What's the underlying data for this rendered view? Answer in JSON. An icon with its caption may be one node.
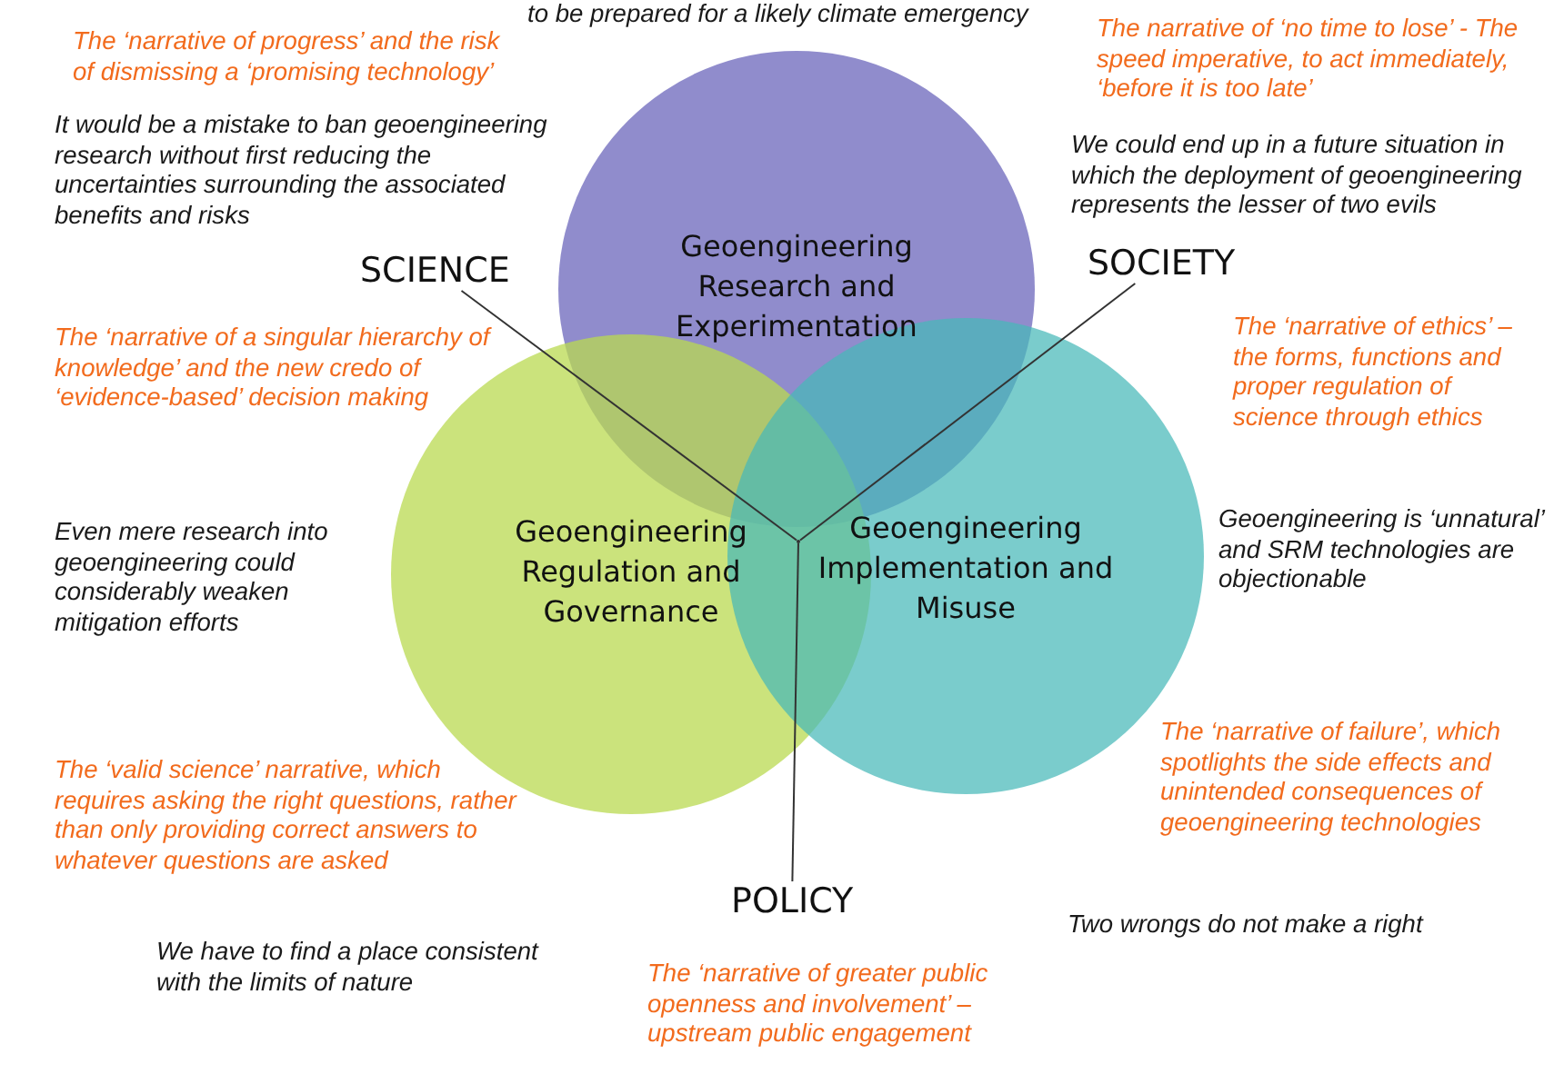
{
  "diagram": {
    "nodes": [
      {
        "text": [
          "Geoengineering Research and Experimentation"
        ]
      },
      {
        "text": [
          "Geoengineering Regulation and Governance"
        ]
      },
      {
        "text": [
          "Geoengineering Implementation and Misuse"
        ]
      },
      {
        "text": [
          "SCIENCE"
        ]
      },
      {
        "text": [
          "SOCIETY"
        ]
      },
      {
        "text": [
          "POLICY"
        ]
      },
      {
        "text": [],
        "shape": "dot"
      }
    ],
    "edges": [
      {
        "from": 3,
        "to": 6,
        "arrow": "none"
      },
      {
        "from": 4,
        "to": 6,
        "arrow": "none"
      },
      {
        "from": 5,
        "to": 6,
        "arrow": "none"
      }
    ],
    "labels": [
      "to be prepared for a likely climate emergency",
      "The ‘narrative of progress’ and the risk of dismissing a ‘promising technology’",
      "The narrative of ‘no time to lose’ - The speed imperative, to act immediately, ‘before it is too late’",
      "It would be a mistake to ban geoengineering research without first reducing the uncertainties surrounding the associated benefits and risks",
      "We could end up in a future situation in which the deployment of geoengineering represents the lesser of two evils",
      "The ‘narrative of a singular hierarchy of knowledge’ and the new credo of ‘evidence-based’ decision making",
      "The ‘narrative of ethics’ – the forms, functions and proper regulation of science through ethics",
      "Even mere research into geoengineering could considerably weaken mitigation efforts",
      "Geoengineering is ‘unnatural’ and SRM technologies are objectionable",
      "The ‘narrative of failure’, which spotlights the side effects and unintended consequences of geoengineering technologies",
      "The ‘valid science’ narrative, which requires asking the right questions, rather than only providing correct answers to whatever questions are asked",
      "We have to find a place consistent with the limits of nature",
      "The ‘narrative of greater public openness and involvement’ – upstream public engagement",
      "Two wrongs do not make a right"
    ]
  }
}
